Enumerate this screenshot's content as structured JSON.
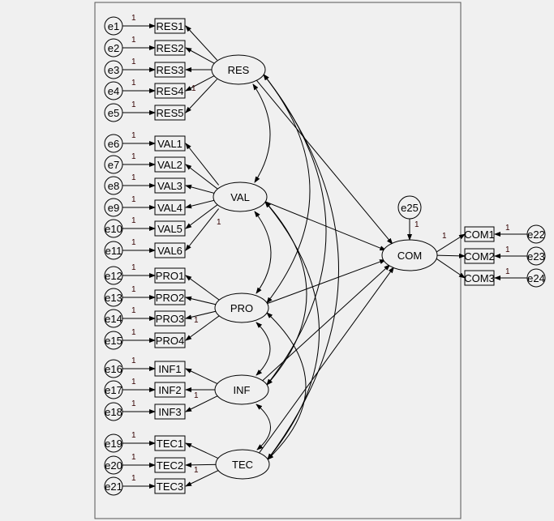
{
  "latents": {
    "RES": "RES",
    "VAL": "VAL",
    "PRO": "PRO",
    "INF": "INF",
    "TEC": "TEC",
    "COM": "COM"
  },
  "indicators": {
    "RES": [
      "RES1",
      "RES2",
      "RES3",
      "RES4",
      "RES5"
    ],
    "VAL": [
      "VAL1",
      "VAL2",
      "VAL3",
      "VAL4",
      "VAL5",
      "VAL6"
    ],
    "PRO": [
      "PRO1",
      "PRO2",
      "PRO3",
      "PRO4"
    ],
    "INF": [
      "INF1",
      "INF2",
      "INF3"
    ],
    "TEC": [
      "TEC1",
      "TEC2",
      "TEC3"
    ],
    "COM": [
      "COM1",
      "COM2",
      "COM3"
    ]
  },
  "errors": {
    "RES": [
      "e1",
      "e2",
      "e3",
      "e4",
      "e5"
    ],
    "VAL": [
      "e6",
      "e7",
      "e8",
      "e9",
      "e10",
      "e11"
    ],
    "PRO": [
      "e12",
      "e13",
      "e14",
      "e15"
    ],
    "INF": [
      "e16",
      "e17",
      "e18"
    ],
    "TEC": [
      "e19",
      "e20",
      "e21"
    ],
    "COM": [
      "e22",
      "e23",
      "e24"
    ]
  },
  "disturbance": "e25",
  "fixed_weight": "1",
  "regressions": [
    "RES",
    "VAL",
    "PRO",
    "INF",
    "TEC"
  ],
  "covariances": [
    [
      "RES",
      "VAL"
    ],
    [
      "VAL",
      "PRO"
    ],
    [
      "PRO",
      "INF"
    ],
    [
      "INF",
      "TEC"
    ],
    [
      "RES",
      "PRO"
    ],
    [
      "RES",
      "INF"
    ],
    [
      "RES",
      "TEC"
    ],
    [
      "VAL",
      "INF"
    ],
    [
      "VAL",
      "TEC"
    ],
    [
      "PRO",
      "TEC"
    ]
  ]
}
